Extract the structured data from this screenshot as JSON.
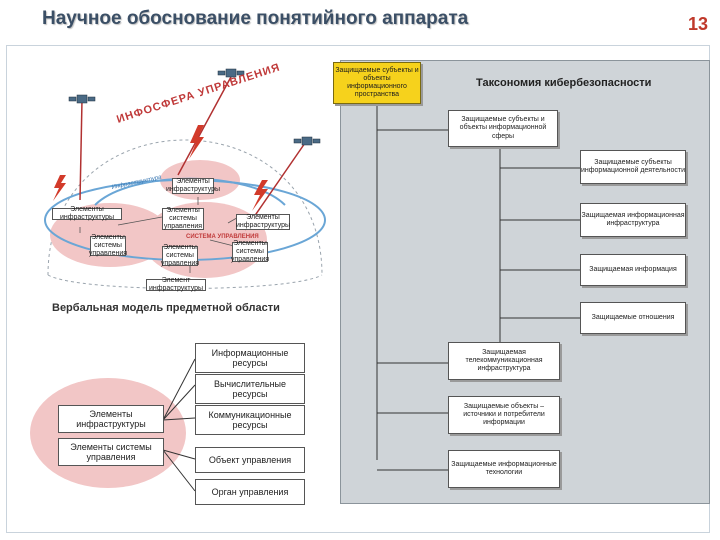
{
  "title": "Научное обоснование понятийного аппарата",
  "slide_number": "13",
  "colors": {
    "title": "#3b4f66",
    "slide_number": "#c0392b",
    "yellow": "#f6d21c",
    "pink": "#f2c6c6",
    "gray_panel": "#cfd4d8"
  },
  "taxonomy": {
    "root": "Защищаемые субъекты и объекты информационного пространства",
    "title": "Таксономия кибербезопасности",
    "node1": "Защищаемые субъекты и объекты информационной сферы",
    "right_items": [
      "Защищаемые субъекты информационной деятельности",
      "Защищаемая информационная инфраструктура",
      "Защищаемая информация",
      "Защищаемые отношения"
    ],
    "lower_items": [
      "Защищаемая телекоммуникационная инфраструктура",
      "Защищаемые объекты – источники и потребители информации",
      "Защищаемые информационные технологии"
    ]
  },
  "sphere_diagram": {
    "arc_text": "ИНФОСФЕРА УПРАВЛЕНИЯ",
    "ring_text": "Инфраструктура",
    "center_label": "СИСТЕМА УПРАВЛЕНИЯ",
    "nodes": [
      "Элементы инфраструктуры",
      "Элементы инфраструктуры",
      "Элементы системы управления",
      "Элементы системы управления",
      "Элементы инфраструктуры",
      "Элементы системы управления",
      "Элементы системы управления",
      "Элемент инфраструктуры"
    ]
  },
  "verbal_model": {
    "label": "Вербальная модель предметной области",
    "left": [
      "Элементы инфраструктуры",
      "Элементы системы управления"
    ],
    "right": [
      "Информационные ресурсы",
      "Вычислительные ресурсы",
      "Коммуникационные ресурсы",
      "Объект управления",
      "Орган управления"
    ]
  }
}
